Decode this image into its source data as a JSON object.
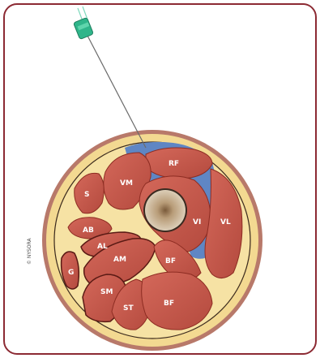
{
  "figure": {
    "labels": {
      "rf": "RF",
      "vm": "VM",
      "vi": "VI",
      "vl": "VL",
      "s": "S",
      "ab": "AB",
      "al": "AL",
      "am": "AM",
      "g": "G",
      "bf_short": "BF",
      "sm": "SM",
      "st": "ST",
      "bf_long": "BF"
    },
    "credit": "© NYSORA"
  },
  "colors": {
    "frame_border": "#8c2a33",
    "muscle": "#c85a4d",
    "muscle_dark": "#8d2c22",
    "fat": "#f5dd97",
    "skin": "#b8796a",
    "fascia_blue": "#5f86c4",
    "bone": "#d2c2a8",
    "needle_hub": "#2fb58a"
  }
}
